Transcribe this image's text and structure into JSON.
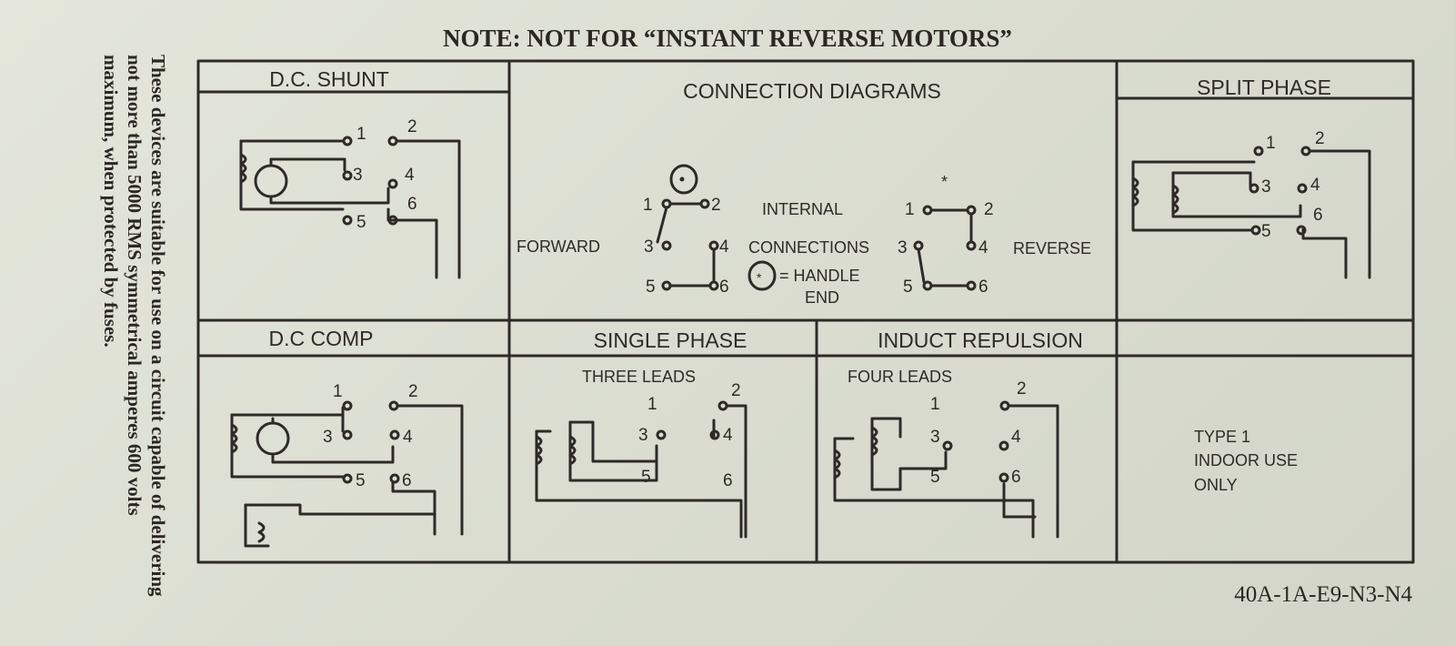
{
  "note": "NOTE: NOT FOR “INSTANT REVERSE MOTORS”",
  "side_text": "These devices are suitable for use on a circuit capable of delivering not more than 5000 RMS symmetrical amperes 600 volts maximum, when protected by fuses.",
  "part_number": "40A-1A-E9-N3-N4",
  "panels": {
    "dc_shunt": "D.C. SHUNT",
    "connection_diagrams": "CONNECTION  DIAGRAMS",
    "split_phase": "SPLIT PHASE",
    "dc_comp": "D.C  COMP",
    "single_phase": "SINGLE PHASE",
    "induct_repulsion": "INDUCT REPULSION"
  },
  "connection": {
    "forward": "FORWARD",
    "reverse": "REVERSE",
    "internal": "INTERNAL",
    "connections": "CONNECTIONS",
    "handle": "= HANDLE",
    "end": "END",
    "star": "*"
  },
  "subtitles": {
    "three_leads": "THREE LEADS",
    "four_leads": "FOUR LEADS"
  },
  "terminals": [
    "1",
    "2",
    "3",
    "4",
    "5",
    "6"
  ],
  "type_box": [
    "TYPE 1",
    "INDOOR USE",
    "ONLY"
  ],
  "colors": {
    "ink": "#2e2a27",
    "paper": "#dcdfd2"
  }
}
